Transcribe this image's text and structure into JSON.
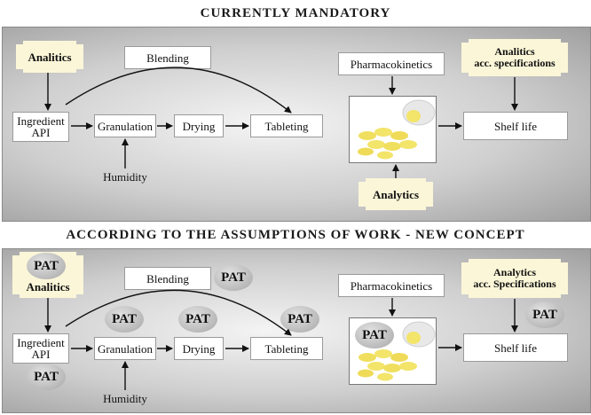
{
  "top": {
    "title": "CURRENTLY MANDATORY",
    "analitics": "Analitics",
    "blending": "Blending",
    "ingredient": "Ingredient\nAPI",
    "granulation": "Granulation",
    "drying": "Drying",
    "tableting": "Tableting",
    "humidity": "Humidity",
    "pharmacokinetics": "Pharmacokinetics",
    "analytics_spec": "Analitics\nacc. specifications",
    "shelf_life": "Shelf life",
    "analytics": "Analytics"
  },
  "bottom": {
    "title": "ACCORDING TO THE ASSUMPTIONS OF WORK - NEW CONCEPT",
    "pat_label": "PAT",
    "analitics": "Analitics",
    "blending": "Blending",
    "ingredient": "Ingredient\nAPI",
    "granulation": "Granulation",
    "drying": "Drying",
    "tableting": "Tableting",
    "humidity": "Humidity",
    "pharmacokinetics": "Pharmacokinetics",
    "analytics_spec": "Analytics\nacc. Specifications",
    "shelf_life": "Shelf life"
  },
  "colors": {
    "ticket": "#fbf6d8",
    "pat": "#bcbcbc",
    "pill": "#f0e26a"
  }
}
